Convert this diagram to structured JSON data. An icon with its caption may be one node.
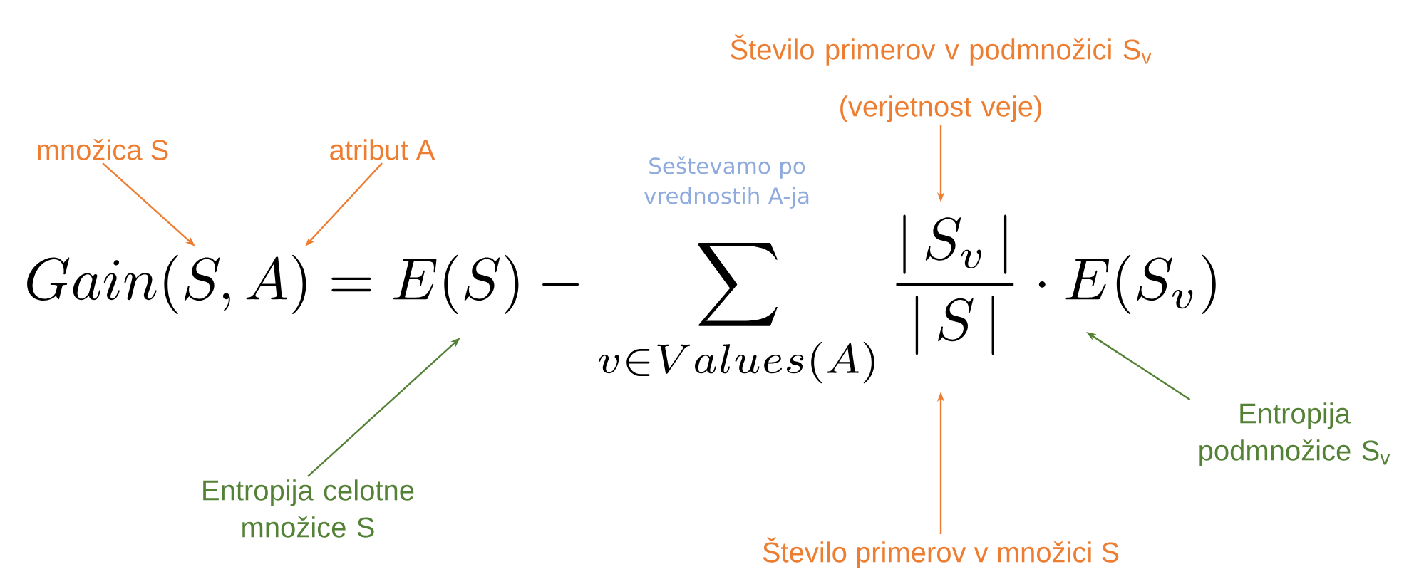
{
  "diagram": {
    "nodes": [
      {
        "text": [
          "množica S"
        ]
      },
      {
        "text": [
          "atribut A"
        ]
      },
      {
        "text": [
          "Seštevamo po vrednostih A-ja"
        ]
      },
      {
        "text": [
          "Število primerov v podmnožici S$_{v}$",
          "(verjetnost veje)"
        ]
      },
      {
        "text": [
          "Entropija celotne množice S"
        ]
      },
      {
        "text": [
          "Entropija podmnožice S$_{v}$"
        ]
      },
      {
        "text": [
          "Število primerov v množici S"
        ]
      },
      {
        "text": [
          "Gain(S,A)=E(S)-\\sum_{v\\in Values(A)}\\frac{|\\,S_v\\,|}{|\\,S\\,|}\\cdot E(S_v)"
        ]
      }
    ],
    "edges": [
      {
        "from": 0,
        "to": 7,
        "arrow": "to"
      },
      {
        "from": 1,
        "to": 7,
        "arrow": "to"
      },
      {
        "from": 3,
        "to": 7,
        "arrow": "to"
      },
      {
        "from": 4,
        "to": 7,
        "arrow": "to",
        "color": "#538135"
      },
      {
        "from": 5,
        "to": 7,
        "arrow": "to",
        "color": "#538135"
      },
      {
        "from": 6,
        "to": 7,
        "arrow": "to"
      }
    ]
  }
}
